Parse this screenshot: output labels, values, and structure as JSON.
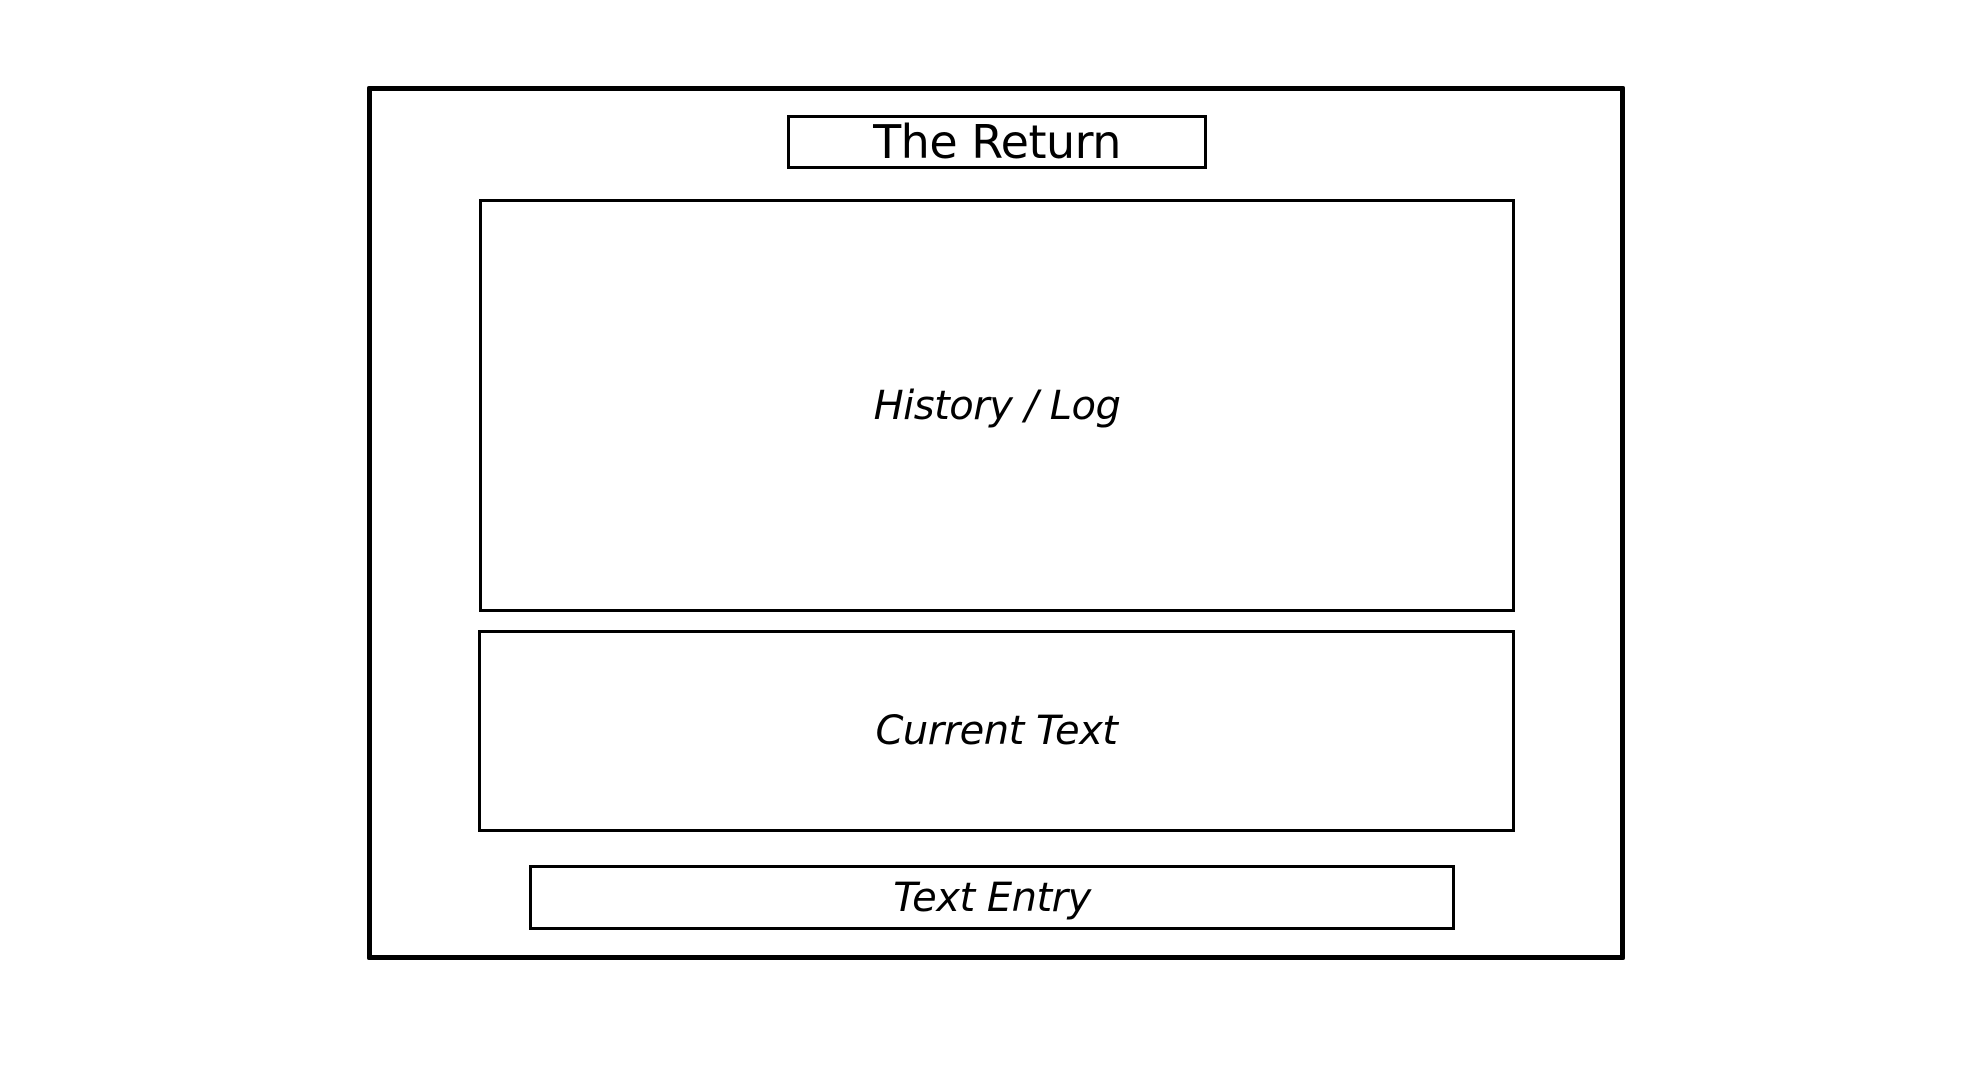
{
  "window": {
    "title": "The Return"
  },
  "panels": {
    "history_label": "History / Log",
    "current_label": "Current Text",
    "entry_label": "Text Entry"
  }
}
